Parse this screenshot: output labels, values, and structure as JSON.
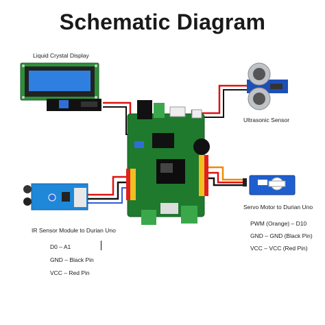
{
  "title": "Schematic Diagram",
  "components": {
    "lcd": {
      "label": "Liquid Crystal Display"
    },
    "ultrasonic": {
      "label": "Ultrasonic Sensor"
    },
    "servo": {
      "label": "Servo Motor to Durian Uno",
      "pins": [
        "PWM (Orange) – D10",
        "GND – GND (Black Pin)",
        "VCC – VCC (Red Pin)"
      ]
    },
    "ir": {
      "label": "IR Sensor Module to Durian Uno",
      "pins": [
        "D0 – A1",
        "GND – Black Pin",
        "VCC – Red Pin"
      ]
    }
  },
  "colors": {
    "wire_red": "#e01010",
    "wire_black": "#111111",
    "wire_orange": "#f08a00",
    "board": "#1f7a2e",
    "lcd_screen": "#2f7fe0",
    "ir_module": "#1f88d8"
  }
}
